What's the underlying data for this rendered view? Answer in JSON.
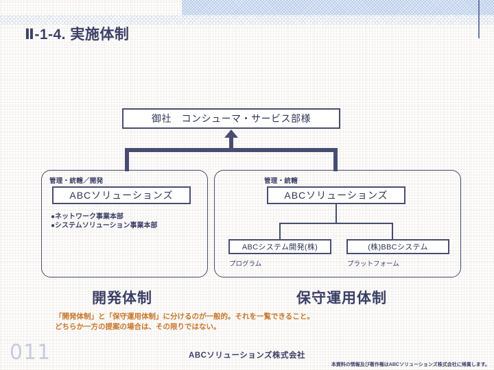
{
  "slide": {
    "title": "Ⅱ-1-4. 実施体制",
    "page_number": "011"
  },
  "diagram": {
    "client_box": "御社　コンシューマ・サービス部様",
    "left_group": {
      "section_label": "管理・統轄／開発",
      "org_box": "ABCソリューションズ",
      "bullets": [
        "●ネットワーク事業本部",
        "●システムソリューション事業本部"
      ],
      "big_label": "開発体制"
    },
    "right_group": {
      "section_label": "管理・統轄",
      "org_box": "ABCソリューションズ",
      "children": [
        {
          "name": "ABCシステム開発(株)",
          "caption": "プログラム"
        },
        {
          "name": "(株)BBCシステム",
          "caption": "プラットフォーム"
        }
      ],
      "big_label": "保守運用体制"
    }
  },
  "annotation": {
    "line1": "「開発体制」と「保守運用体制」に分けるのが一般的。それを一覧できること。",
    "line2": "どちらか一方の提案の場合は、その限りではない。"
  },
  "footer": {
    "company": "ABCソリューションズ株式会社",
    "copyright": "本資料の情報及び著作権はABCソリューションズ株式会社に帰属します。"
  },
  "colors": {
    "navy": "#474c70",
    "text_navy": "#3b3f66",
    "annotation_orange": "#c8762a",
    "page_number_gray": "#c8cadd",
    "band_blue": "#e9eff9"
  }
}
